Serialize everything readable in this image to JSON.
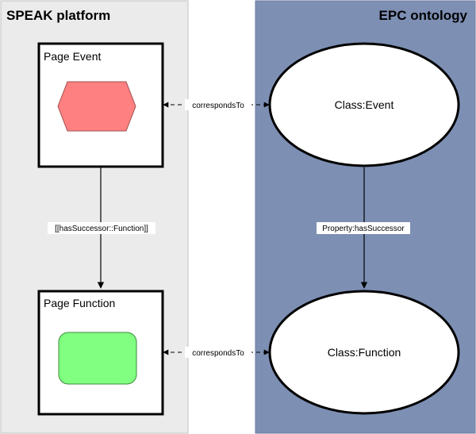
{
  "left_panel": {
    "title": "SPEAK platform",
    "background": "#ebebeb"
  },
  "right_panel": {
    "title": "EPC ontology",
    "background": "#7d8fb3"
  },
  "pages": [
    {
      "title": "Page Event",
      "shape": "hexagon",
      "shape_color": "#ff8080"
    },
    {
      "title": "Page Function",
      "shape": "rounded-rectangle",
      "shape_color": "#80ff80"
    }
  ],
  "classes": [
    {
      "label": "Class:Event"
    },
    {
      "label": "Class:Function"
    }
  ],
  "edges": {
    "pages_link": "[[hasSuccessor::Function]]",
    "classes_link": "Property:hasSuccessor",
    "corresponds": [
      "correspondsTo",
      "correspondsTo"
    ]
  }
}
